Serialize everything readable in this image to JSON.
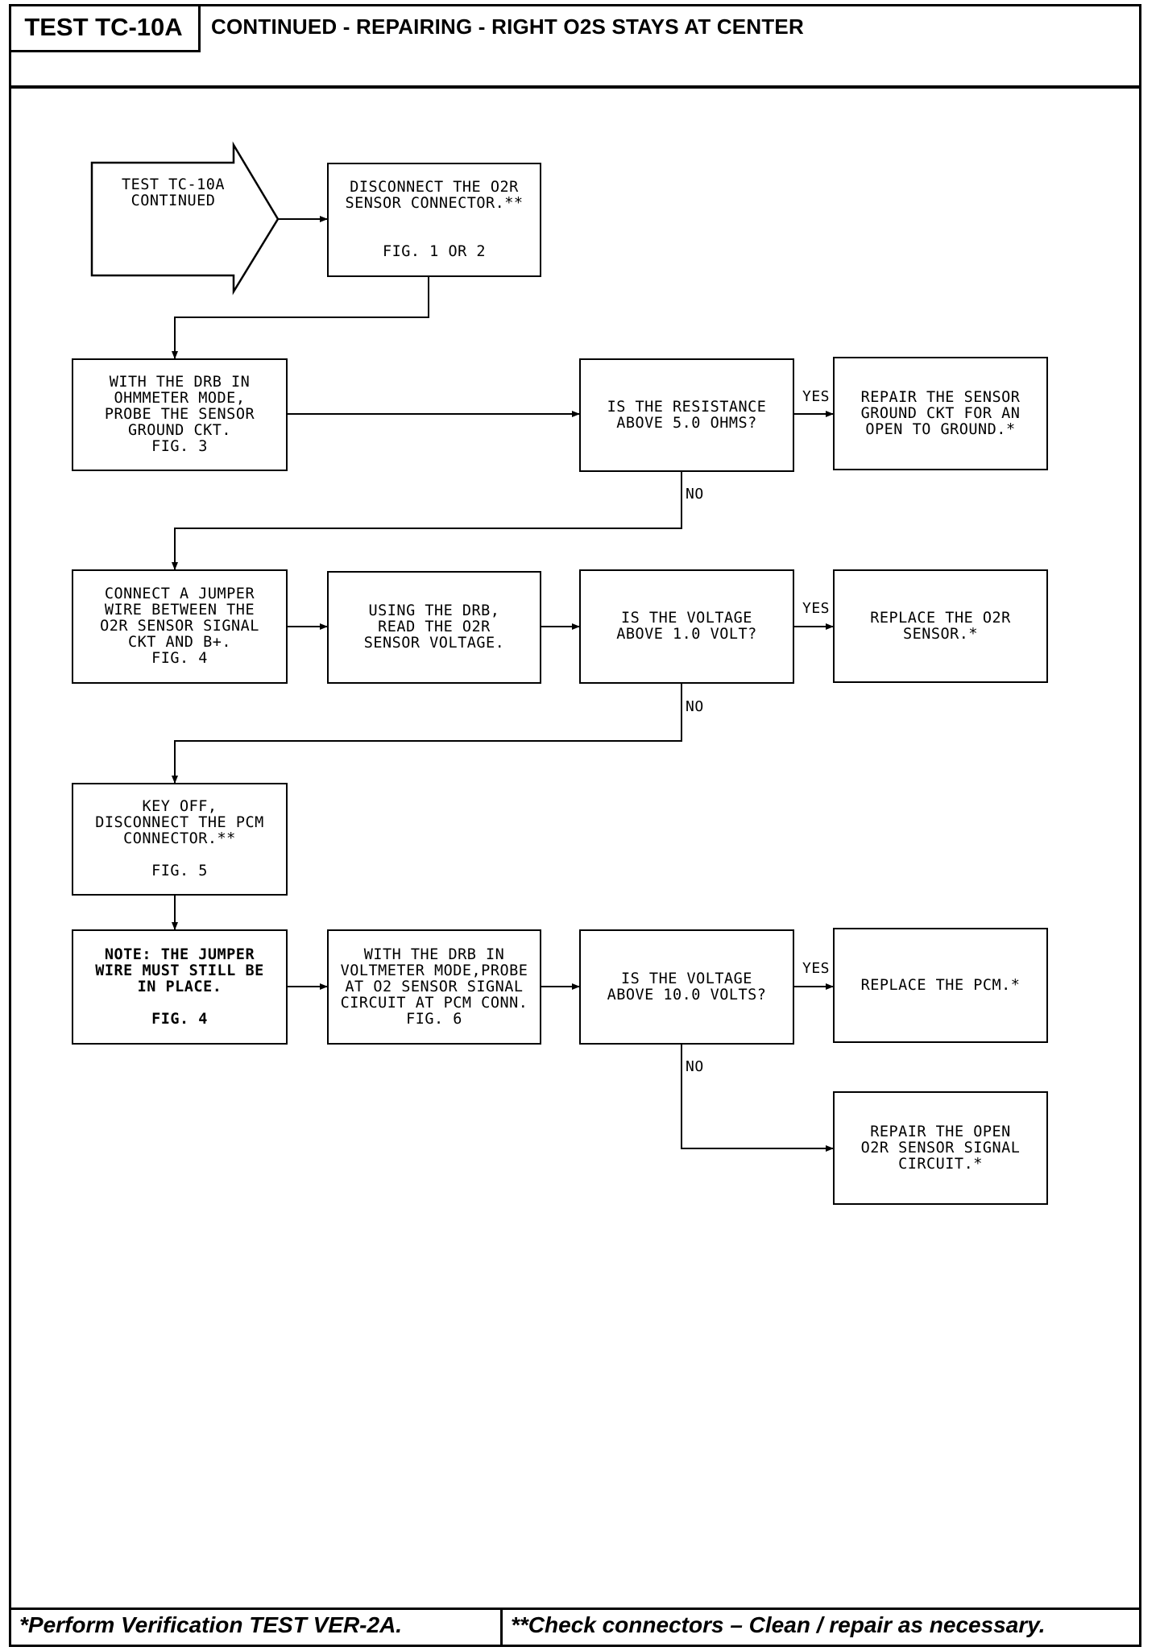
{
  "header": {
    "test_id": "TEST TC-10A",
    "title": "CONTINUED - REPAIRING - RIGHT O2S STAYS AT CENTER"
  },
  "flow": {
    "start": "TEST TC-10A\nCONTINUED",
    "step_disconnect_o2r": "DISCONNECT THE O2R\nSENSOR CONNECTOR.**\n\n\nFIG. 1 OR 2",
    "step_probe_ground": "WITH THE DRB IN\nOHMMETER MODE,\nPROBE THE SENSOR\nGROUND CKT.\nFIG. 3",
    "q_resistance": "IS THE RESISTANCE\nABOVE 5.0 OHMS?",
    "r_repair_ground": "REPAIR THE SENSOR\nGROUND CKT FOR AN\nOPEN TO GROUND.*",
    "step_jumper": "CONNECT A JUMPER\nWIRE BETWEEN THE\nO2R SENSOR SIGNAL\nCKT AND B+.\nFIG. 4",
    "step_read_voltage": "USING THE DRB,\nREAD THE O2R\nSENSOR VOLTAGE.",
    "q_voltage_1": "IS THE VOLTAGE\nABOVE 1.0 VOLT?",
    "r_replace_o2r": "REPLACE THE O2R\nSENSOR.*",
    "step_key_off": "KEY OFF,\nDISCONNECT THE PCM\nCONNECTOR.**\n\nFIG. 5",
    "step_note_jumper": "NOTE: THE JUMPER\nWIRE MUST STILL BE\nIN PLACE.\n\nFIG. 4",
    "step_voltmeter": "WITH THE DRB IN\nVOLTMETER MODE,PROBE\nAT O2 SENSOR SIGNAL\nCIRCUIT AT PCM CONN.\nFIG. 6",
    "q_voltage_10": "IS THE VOLTAGE\nABOVE 10.0 VOLTS?",
    "r_replace_pcm": "REPLACE THE PCM.*",
    "r_repair_signal": "REPAIR THE OPEN\nO2R SENSOR SIGNAL\nCIRCUIT.*",
    "yes_label": "YES",
    "no_label": "NO"
  },
  "footer": {
    "left_note": "*Perform Verification TEST VER-2A.",
    "right_note": "**Check connectors – Clean / repair as necessary."
  }
}
